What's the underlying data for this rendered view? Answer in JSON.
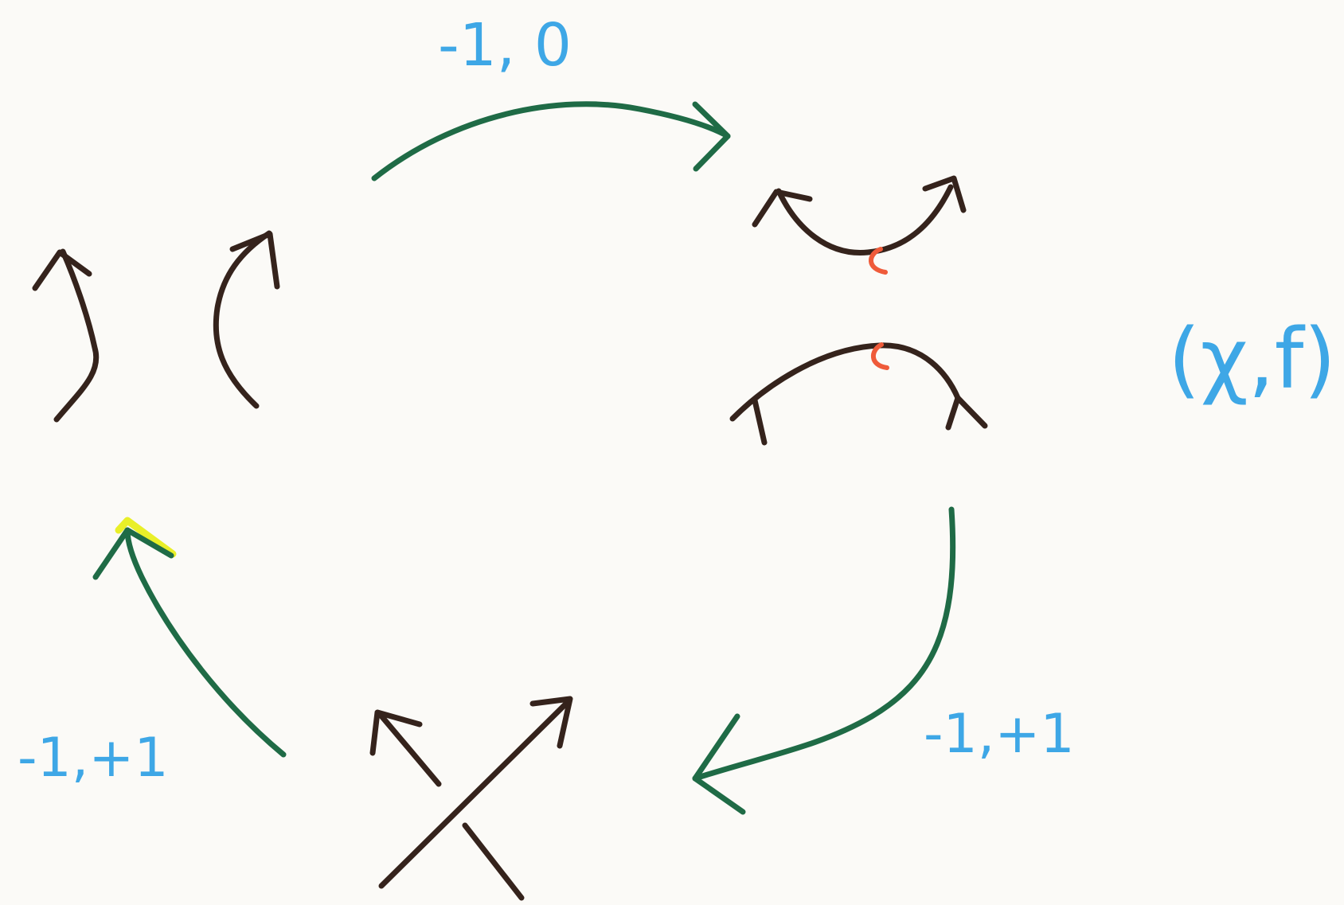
{
  "labels": {
    "top_transition": "-1, 0",
    "right_transition": "-1,+1",
    "left_transition": "-1,+1",
    "invariant": "(χ,f)"
  },
  "colors": {
    "paper": "#fbfaf7",
    "strand": "#35231c",
    "transition_arrow": "#1f6b46",
    "label": "#3ea7e6",
    "marker": "#ef5b3a",
    "highlight": "#e9ef28"
  }
}
